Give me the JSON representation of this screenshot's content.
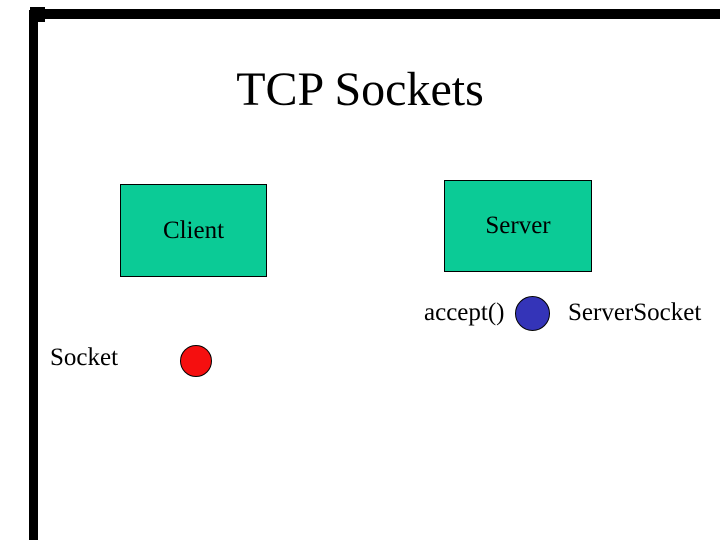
{
  "slide": {
    "title": "TCP Sockets",
    "client_box": {
      "label": "Client"
    },
    "server_box": {
      "label": "Server"
    },
    "labels": {
      "accept": "accept()",
      "server_socket": "ServerSocket",
      "socket": "Socket"
    },
    "colors": {
      "background": "#FFFFFF",
      "text": "#000000",
      "box_fill": "#0BCB96",
      "box_border": "#000000",
      "server_socket_dot_fill": "#3434B8",
      "client_socket_dot_fill": "#F50F0F",
      "edge_artifact": "#000000"
    }
  }
}
